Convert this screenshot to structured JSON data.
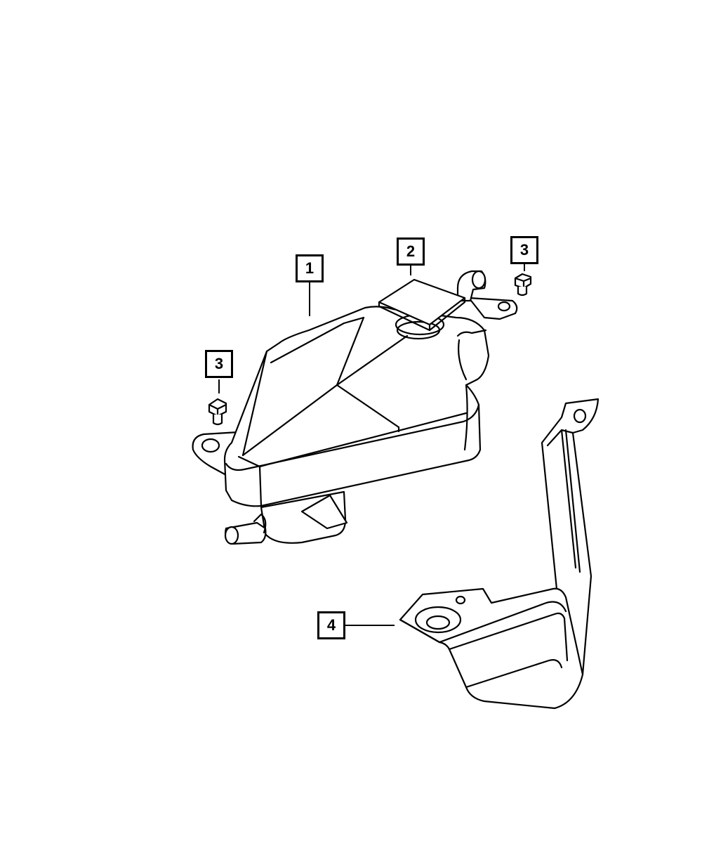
{
  "callouts": [
    {
      "id": "c1",
      "label": "1",
      "part": "coolant-reservoir"
    },
    {
      "id": "c2",
      "label": "2",
      "part": "pressure-cap"
    },
    {
      "id": "c3a",
      "label": "3",
      "part": "bolt"
    },
    {
      "id": "c3b",
      "label": "3",
      "part": "bolt"
    },
    {
      "id": "c4",
      "label": "4",
      "part": "bracket"
    }
  ],
  "colors": {
    "line": "#000000",
    "background": "#ffffff"
  }
}
